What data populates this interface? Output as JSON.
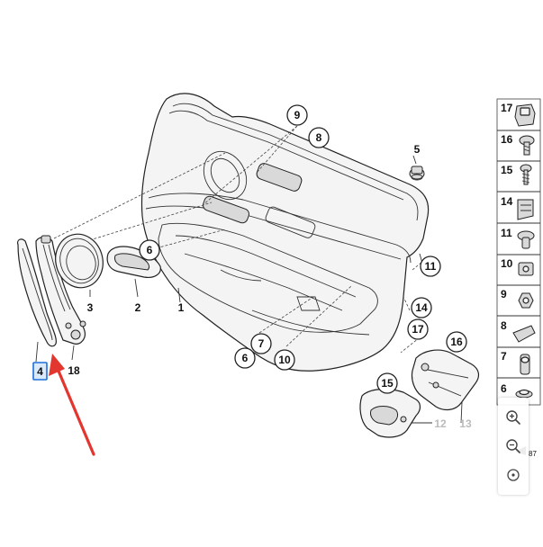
{
  "callouts": {
    "c9": "9",
    "c8": "8",
    "c5": "5",
    "c6a": "6",
    "c3": "3",
    "c2": "2",
    "c1": "1",
    "c4": "4",
    "c18": "18",
    "c7": "7",
    "c6b": "6",
    "c10": "10",
    "c11": "11",
    "c14": "14",
    "c17": "17",
    "c16": "16",
    "c15": "15",
    "c12": "12",
    "c13": "13"
  },
  "legend": {
    "items": [
      {
        "num": "17"
      },
      {
        "num": "16"
      },
      {
        "num": "15"
      },
      {
        "num": "14"
      },
      {
        "num": "11"
      },
      {
        "num": "10"
      },
      {
        "num": "9"
      },
      {
        "num": "8"
      },
      {
        "num": "7"
      },
      {
        "num": "6"
      }
    ],
    "footer_code": "87"
  },
  "zoom": {
    "zoom_in_icon": "zoom-in-icon",
    "zoom_out_icon": "zoom-out-icon",
    "reset_icon": "center-dot-icon"
  },
  "colors": {
    "highlight": "#1d6fd8",
    "arrow": "#e2362e"
  }
}
